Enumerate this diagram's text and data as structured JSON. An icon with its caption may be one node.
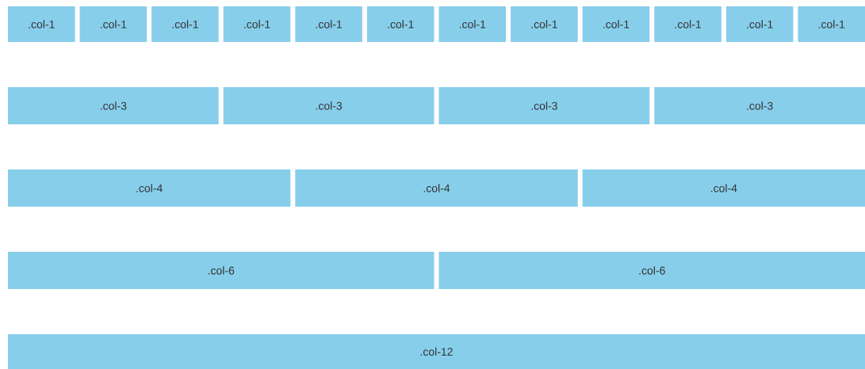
{
  "diagram": {
    "nodes": [
      {
        "text": [
          ".col-1"
        ]
      },
      {
        "text": [
          ".col-1"
        ]
      },
      {
        "text": [
          ".col-1"
        ]
      },
      {
        "text": [
          ".col-1"
        ]
      },
      {
        "text": [
          ".col-1"
        ]
      },
      {
        "text": [
          ".col-1"
        ]
      },
      {
        "text": [
          ".col-1"
        ]
      },
      {
        "text": [
          ".col-1"
        ]
      },
      {
        "text": [
          ".col-1"
        ]
      },
      {
        "text": [
          ".col-1"
        ]
      },
      {
        "text": [
          ".col-1"
        ]
      },
      {
        "text": [
          ".col-1"
        ]
      },
      {
        "text": [
          ".col-3"
        ]
      },
      {
        "text": [
          ".col-3"
        ]
      },
      {
        "text": [
          ".col-3"
        ]
      },
      {
        "text": [
          ".col-3"
        ]
      },
      {
        "text": [
          ".col-4"
        ]
      },
      {
        "text": [
          ".col-4"
        ]
      },
      {
        "text": [
          ".col-4"
        ]
      },
      {
        "text": [
          ".col-6"
        ]
      },
      {
        "text": [
          ".col-6"
        ]
      },
      {
        "text": [
          ".col-12"
        ]
      }
    ]
  }
}
